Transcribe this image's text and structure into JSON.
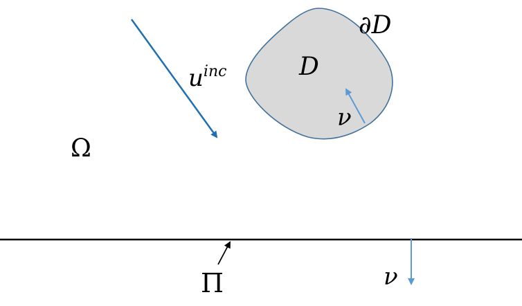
{
  "colors": {
    "obstacle_fill": "#d9d9d9",
    "obstacle_stroke": "#41719c",
    "incident_arrow": "#1f6fb2",
    "normal_arrow": "#5b9bd5",
    "line": "#000000",
    "background": "#ffffff"
  },
  "labels": {
    "incident_base": "u",
    "incident_sup": "inc",
    "obstacle": "D",
    "boundary": "∂D",
    "obstacle_normal": "ν",
    "domain": "Ω",
    "plane": "Π",
    "plane_normal": "ν"
  }
}
